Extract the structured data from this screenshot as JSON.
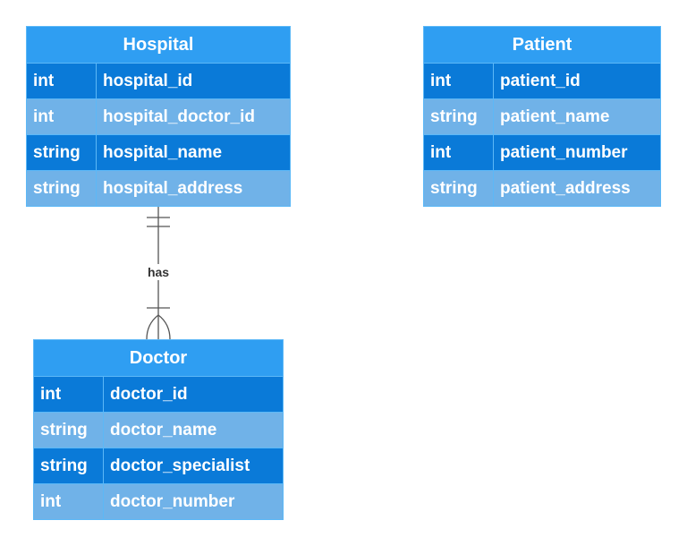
{
  "entities": {
    "hospital": {
      "title": "Hospital",
      "rows": [
        {
          "type": "int",
          "name": "hospital_id"
        },
        {
          "type": "int",
          "name": "hospital_doctor_id"
        },
        {
          "type": "string",
          "name": "hospital_name"
        },
        {
          "type": "string",
          "name": "hospital_address"
        }
      ]
    },
    "patient": {
      "title": "Patient",
      "rows": [
        {
          "type": "int",
          "name": "patient_id"
        },
        {
          "type": "string",
          "name": "patient_name"
        },
        {
          "type": "int",
          "name": "patient_number"
        },
        {
          "type": "string",
          "name": "patient_address"
        }
      ]
    },
    "doctor": {
      "title": "Doctor",
      "rows": [
        {
          "type": "int",
          "name": "doctor_id"
        },
        {
          "type": "string",
          "name": "doctor_name"
        },
        {
          "type": "string",
          "name": "doctor_specialist"
        },
        {
          "type": "int",
          "name": "doctor_number"
        }
      ]
    }
  },
  "relationship": {
    "label": "has",
    "from": "Hospital",
    "to": "Doctor",
    "from_cardinality": "one-and-only-one",
    "to_cardinality": "one-or-many"
  },
  "colors": {
    "header": "#2f9ef2",
    "row_dark": "#0a7ad8",
    "row_light": "#70b2e8",
    "border": "#5cb8f7",
    "text": "#ffffff",
    "connector": "#555555"
  }
}
